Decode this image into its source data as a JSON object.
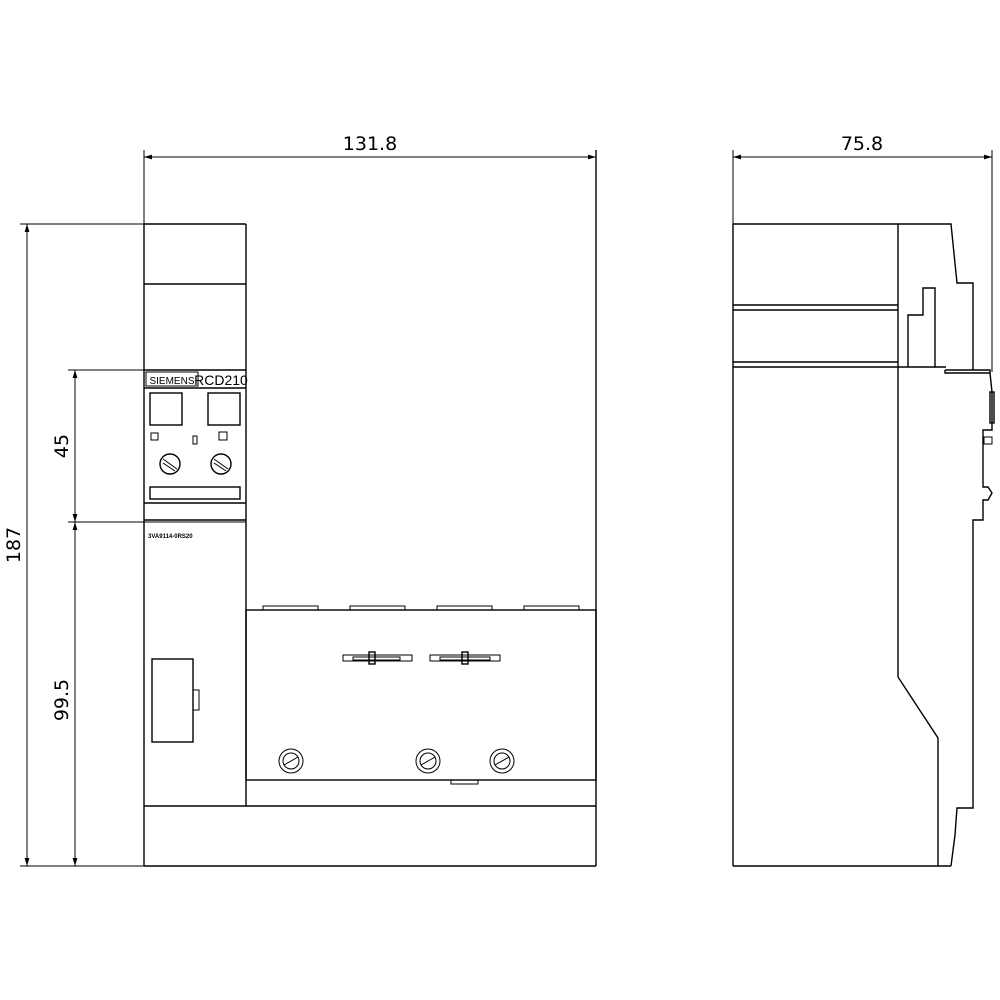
{
  "dimensions": {
    "front_width": "131.8",
    "side_depth": "75.8",
    "total_height": "187",
    "module_height": "45",
    "lower_height": "99.5"
  },
  "labels": {
    "brand": "SIEMENS",
    "model": "RCD210",
    "part_number": "3VA9114-0RS20"
  },
  "colors": {
    "line": "#000000",
    "background": "#ffffff"
  }
}
